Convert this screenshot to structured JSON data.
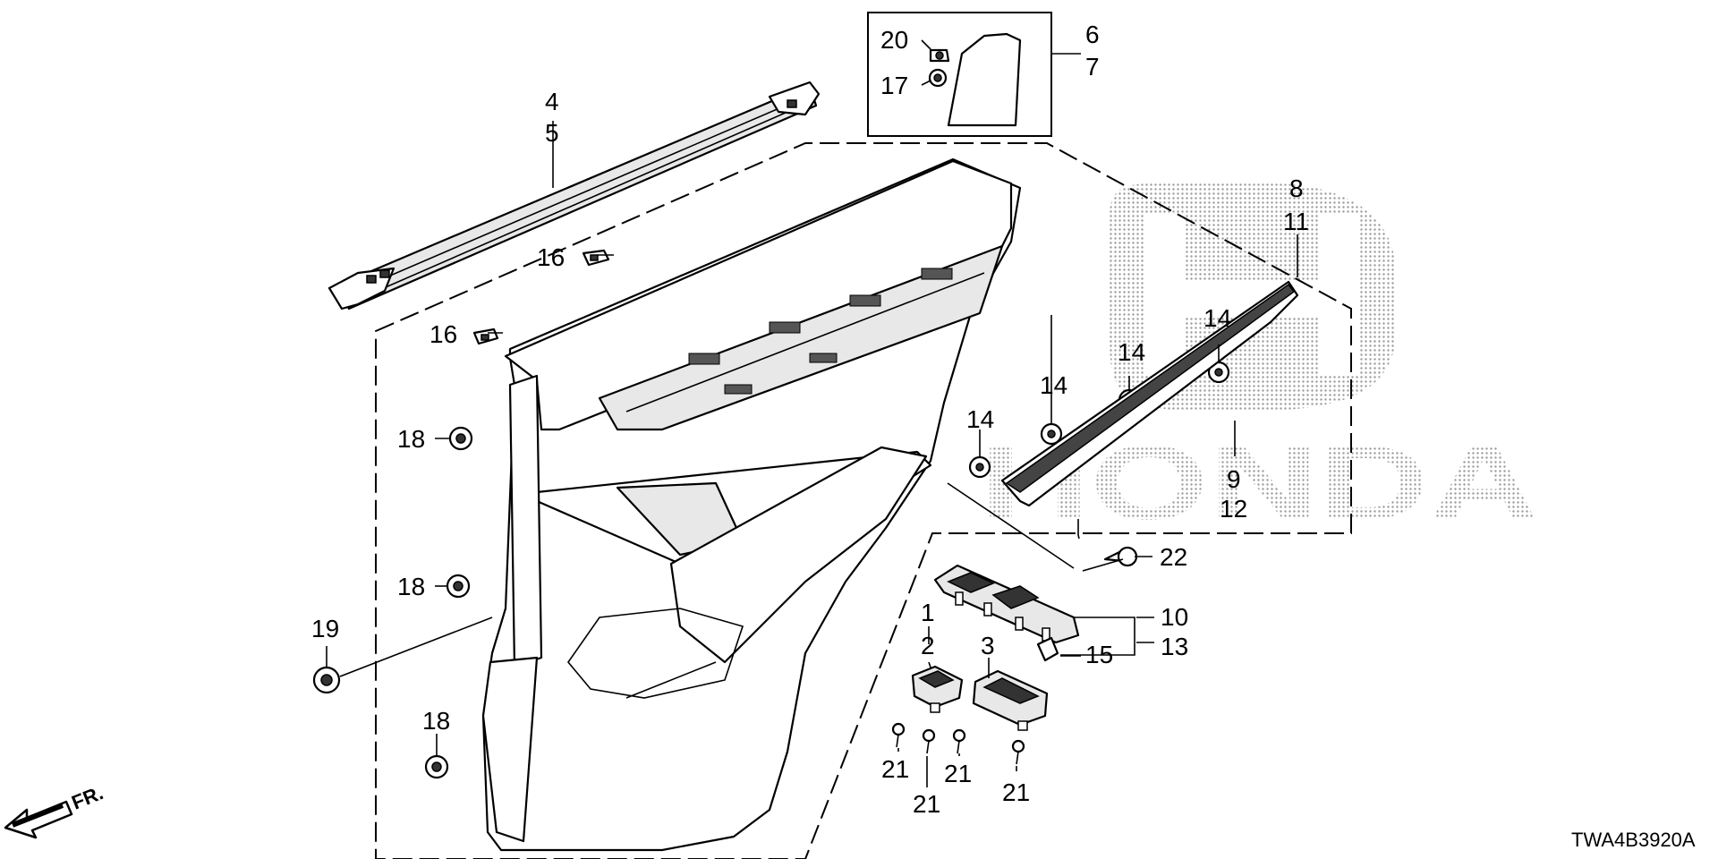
{
  "diagram": {
    "drawing_code": "TWA4B3920A",
    "front_indicator": "FR.",
    "watermark_brand": "HONDA",
    "callouts": {
      "c1": "1",
      "c2": "2",
      "c3": "3",
      "c4": "4",
      "c5": "5",
      "c6": "6",
      "c7": "7",
      "c8": "8",
      "c11": "11",
      "c9": "9",
      "c12": "12",
      "c10": "10",
      "c13": "13",
      "c14a": "14",
      "c14b": "14",
      "c14c": "14",
      "c14d": "14",
      "c15": "15",
      "c16a": "16",
      "c16b": "16",
      "c17": "17",
      "c18a": "18",
      "c18b": "18",
      "c18c": "18",
      "c19": "19",
      "c20": "20",
      "c21a": "21",
      "c21b": "21",
      "c21c": "21",
      "c21d": "21",
      "c22": "22"
    }
  }
}
